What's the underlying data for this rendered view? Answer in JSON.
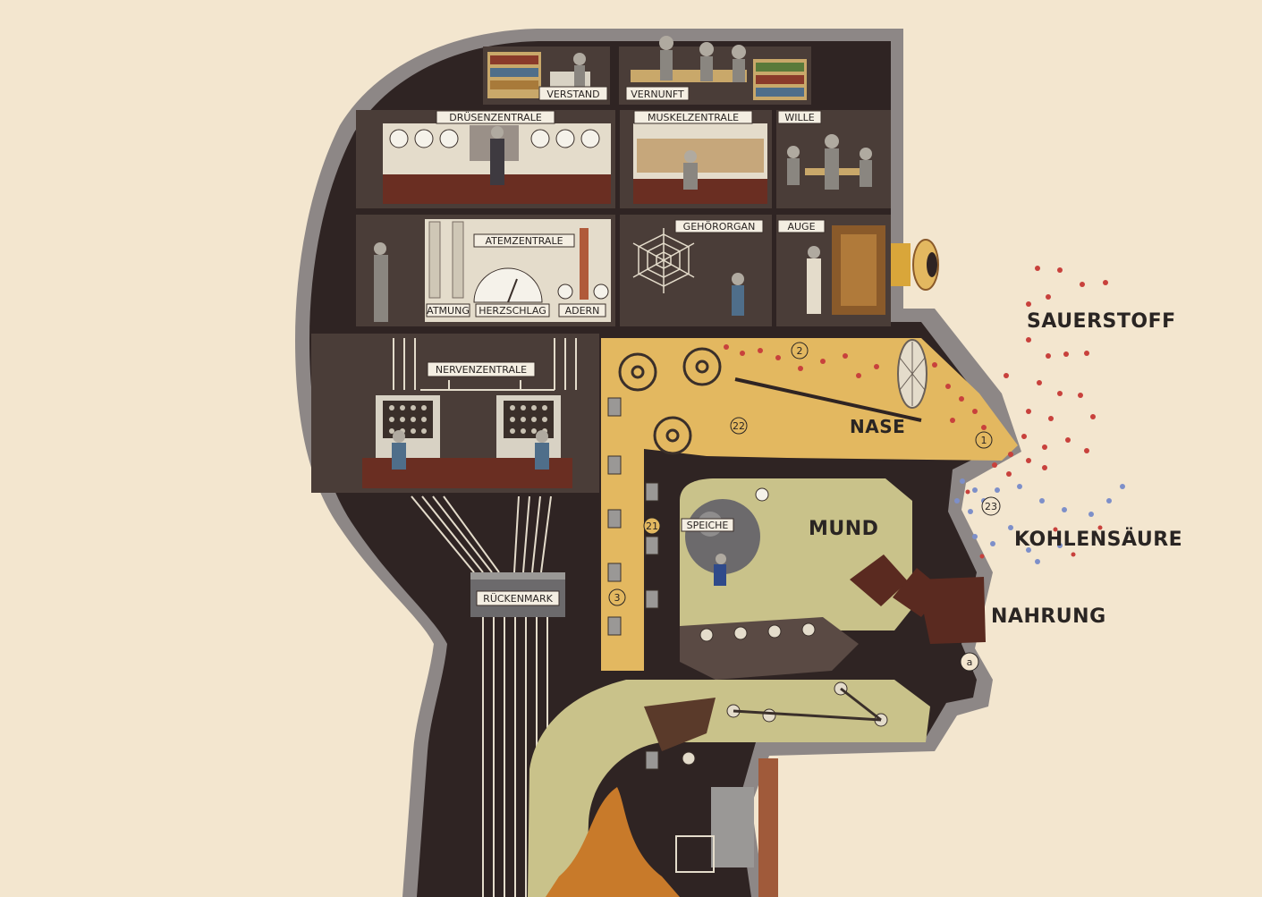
{
  "labels": {
    "verstand": "VERSTAND",
    "vernunft": "VERNUNFT",
    "druesenzentrale": "DRÜSENZENTRALE",
    "muskelzentrale": "MUSKELZENTRALE",
    "wille": "WILLE",
    "atemzentrale": "ATEMZENTRALE",
    "atmung": "ATMUNG",
    "herzschlag": "HERZSCHLAG",
    "adern": "ADERN",
    "gehoerorgan": "GEHÖRORGAN",
    "auge": "AUGE",
    "nervenzentrale": "NERVENZENTRALE",
    "rueckenmark": "RÜCKENMARK",
    "nase": "NASE",
    "mund": "MUND",
    "speiche": "SPEICHE",
    "sauerstoff": "SAUERSTOFF",
    "kohlensaeure": "KOHLENSÄURE",
    "nahrung": "NAHRUNG"
  },
  "numbers": {
    "n1": "1",
    "n2": "2",
    "n3": "3",
    "n21": "21",
    "n22": "22",
    "n23": "23",
    "na": "a"
  },
  "colors": {
    "background": "#f3e6cf",
    "head_dark": "#2f2423",
    "head_outline": "#8d8786",
    "nose_yellow": "#e3b860",
    "mouth_olive": "#c9c28a",
    "oxygen_red": "#c8413c",
    "co2_blue": "#7d8fc9"
  }
}
